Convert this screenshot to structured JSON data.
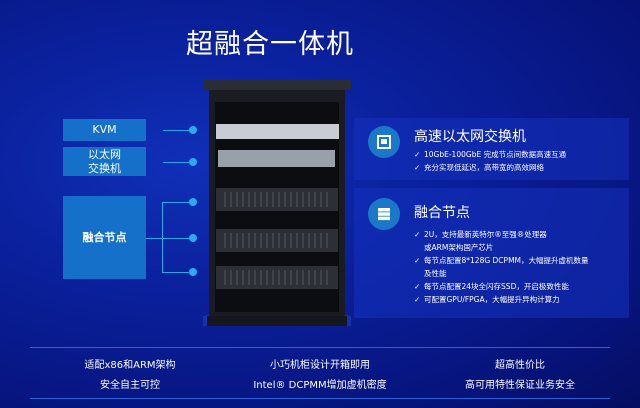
{
  "title": "超融合一体机",
  "labels": {
    "kvm": "KVM",
    "switch_line1": "以太网",
    "switch_line2": "交换机",
    "node": "融合节点"
  },
  "panels": [
    {
      "icon": "ethernet-port-icon",
      "title": "高速以太网交换机",
      "bullets": [
        "10GbE-100GbE 完成节点间数据高速互通",
        "充分实现低延迟，高带宽的高效网络"
      ]
    },
    {
      "icon": "server-icon",
      "title": "融合节点",
      "bullets": [
        "2U，支持最新英特尔®至强®处理器",
        "或ARM架构国产芯片",
        "每节点配置8*128G DCPMM，大幅提升虚机数量",
        "及性能",
        "每节点配置24块全闪存SSD，开启极致性能",
        "可配置GPU/FPGA，大幅提升异构计算力"
      ]
    }
  ],
  "features": [
    {
      "line1": "适配x86和ARM架构",
      "line2": "安全自主可控"
    },
    {
      "line1": "小巧机柜设计开箱即用",
      "line2": "Intel® DCPMM增加虚机密度"
    },
    {
      "line1": "超高性价比",
      "line2": "高可用特性保证业务安全"
    }
  ]
}
